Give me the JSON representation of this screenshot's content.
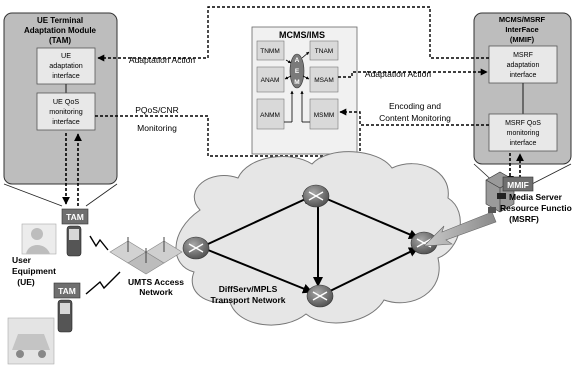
{
  "tam_panel": {
    "title_line1": "UE Terminal",
    "title_line2": "Adaptation Module",
    "title_line3": "(TAM)",
    "adapt_box": [
      "UE",
      "adaptation",
      "interface"
    ],
    "qos_box": [
      "UE QoS",
      "monitoring",
      "interface"
    ]
  },
  "mcms": {
    "title": "MCMS/IMS",
    "modules": {
      "tnmm": "TNMM",
      "tnam": "TNAM",
      "anam": "ANAM",
      "msam": "MSAM",
      "anmm": "ANMM",
      "msmm": "MSMM",
      "aem": [
        "A",
        "E",
        "M"
      ]
    }
  },
  "mmif_panel": {
    "title_line1": "MCMS/MSRF",
    "title_line2": "InterFace",
    "title_line3": "(MMIF)",
    "adapt_box": [
      "MSRF",
      "adaptation",
      "interface"
    ],
    "qos_box": [
      "MSRF QoS",
      "monitoring",
      "interface"
    ]
  },
  "links": {
    "adaptation_left": "Adaptation Action",
    "adaptation_right": "Adaptation Action",
    "pqos_line1": "PQoS/CNR",
    "pqos_line2": "Monitoring",
    "encoding_line1": "Encoding and",
    "encoding_line2": "Content Monitoring"
  },
  "ue": {
    "tam_label_1": "TAM",
    "tam_label_2": "TAM",
    "caption_line1": "User",
    "caption_line2": "Equipment",
    "caption_line3": "(UE)"
  },
  "access": {
    "label_line1": "UMTS Access",
    "label_line2": "Network"
  },
  "transport": {
    "label_line1": "DiffServ/MPLS",
    "label_line2": "Transport Network"
  },
  "server": {
    "mmif_label": "MMIF",
    "caption_line1": "Media Server",
    "caption_line2": "Resource Functio",
    "caption_line3": "(MSRF)"
  },
  "colors": {
    "panel_fill": "#bdbdbd",
    "inner_box": "#e8e8e8",
    "dark_box": "#6f6f6f",
    "cloud_fill": "#e6e6e6",
    "router_fill": "#777777"
  }
}
